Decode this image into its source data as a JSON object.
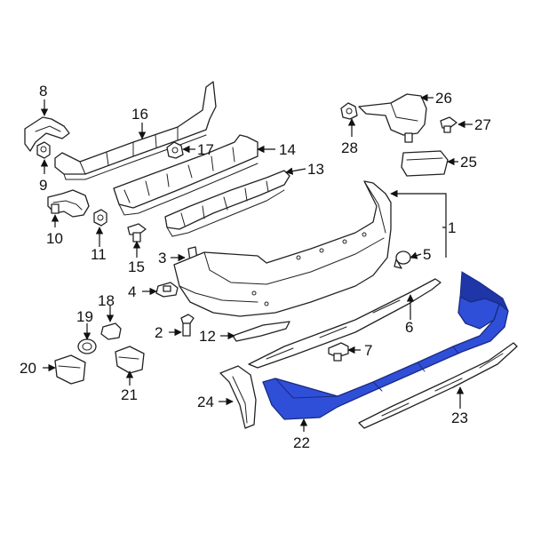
{
  "diagram": {
    "highlight_color": "#2f4fd8",
    "callouts": {
      "c1": "1",
      "c2": "2",
      "c3": "3",
      "c4": "4",
      "c5": "5",
      "c6": "6",
      "c7": "7",
      "c8": "8",
      "c9": "9",
      "c10": "10",
      "c11": "11",
      "c12": "12",
      "c13": "13",
      "c14": "14",
      "c15": "15",
      "c16": "16",
      "c17": "17",
      "c18": "18",
      "c19": "19",
      "c20": "20",
      "c21": "21",
      "c22": "22",
      "c23": "23",
      "c24": "24",
      "c25": "25",
      "c26": "26",
      "c27": "27",
      "c28": "28"
    }
  }
}
